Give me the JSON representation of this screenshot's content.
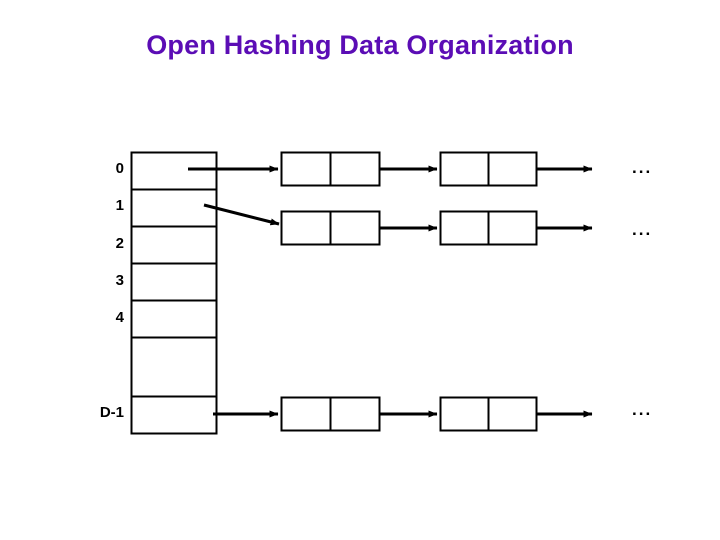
{
  "slide": {
    "title": "Open Hashing Data Organization",
    "title_color": "#5b0db5",
    "background_color": "#ffffff",
    "line_color": "#000000"
  },
  "bucket_array": {
    "name": "hash-table-directory",
    "slot_labels": [
      "0",
      "1",
      "2",
      "3",
      "4",
      "",
      "D-1"
    ],
    "slots": [
      {
        "index_label": "0",
        "has_chain": true
      },
      {
        "index_label": "1",
        "has_chain": true
      },
      {
        "index_label": "2",
        "has_chain": false
      },
      {
        "index_label": "3",
        "has_chain": false
      },
      {
        "index_label": "4",
        "has_chain": false
      },
      {
        "index_label": "",
        "has_chain": false
      },
      {
        "index_label": "D-1",
        "has_chain": true
      }
    ]
  },
  "chains": [
    {
      "from_slot_label": "0",
      "node_count": 2,
      "continues": true,
      "continuation_text": "..."
    },
    {
      "from_slot_label": "1",
      "node_count": 2,
      "continues": true,
      "continuation_text": "..."
    },
    {
      "from_slot_label": "D-1",
      "node_count": 2,
      "continues": true,
      "continuation_text": "..."
    }
  ],
  "ellipses": {
    "row0": "...",
    "row2": "...",
    "row_dminus1": "..."
  }
}
